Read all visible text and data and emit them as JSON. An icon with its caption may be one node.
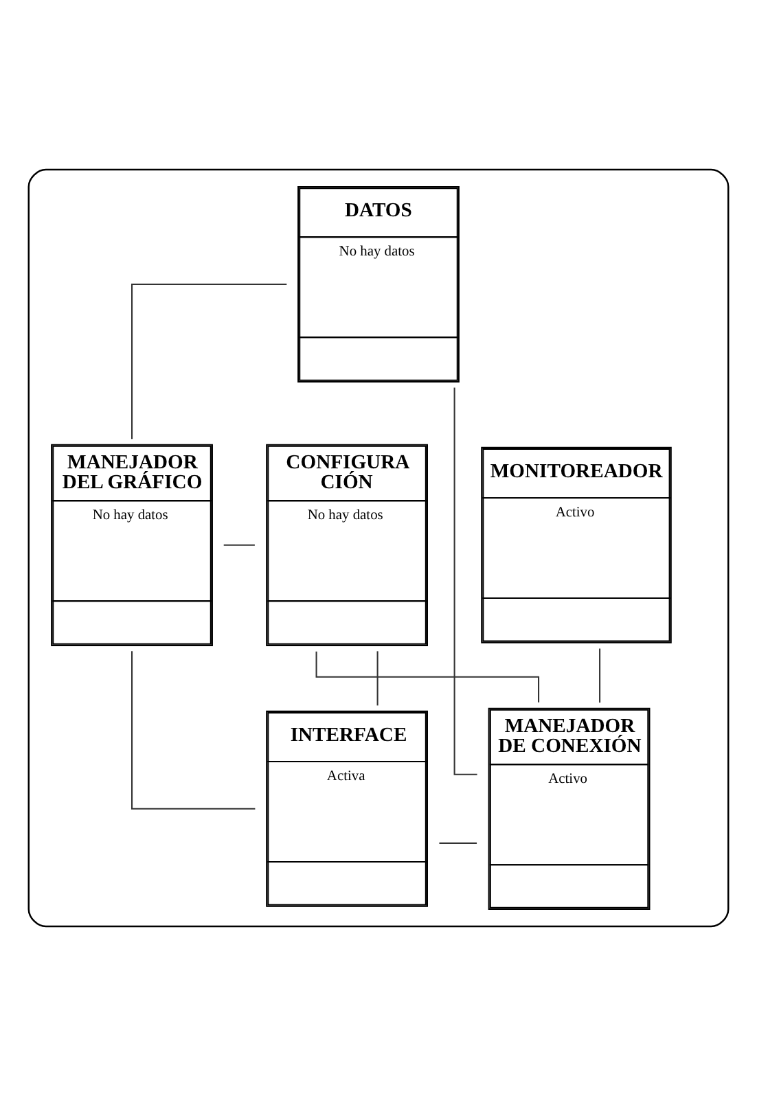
{
  "diagram": {
    "nodes": [
      {
        "text": [],
        "shape": "ellipse"
      },
      {
        "text": [
          "DATOS",
          "No hay datos"
        ],
        "in": 0
      },
      {
        "text": [
          "MANEJADOR DEL GRÁFICO",
          "No hay datos"
        ],
        "in": 0
      },
      {
        "text": [
          "CONFIGURA CIÓN",
          "No hay datos"
        ],
        "in": 0
      },
      {
        "text": [
          "MONITOREADOR",
          "Activo"
        ],
        "in": 0
      },
      {
        "text": [
          "INTERFACE",
          "Activa"
        ],
        "in": 0
      },
      {
        "text": [
          "MANEJADOR DE CONEXIÓN",
          "Activo"
        ],
        "in": 0
      }
    ],
    "edges": [
      {
        "from": 1,
        "to": 2,
        "arrow": "none"
      },
      {
        "from": 1,
        "to": 6,
        "arrow": "none"
      },
      {
        "from": 2,
        "to": 3,
        "arrow": "none"
      },
      {
        "from": 2,
        "to": 5,
        "arrow": "none"
      },
      {
        "from": 3,
        "to": 5,
        "arrow": "none"
      },
      {
        "from": 3,
        "to": 6,
        "arrow": "none"
      },
      {
        "from": 4,
        "to": 6,
        "arrow": "none"
      },
      {
        "from": 5,
        "to": 6,
        "arrow": "none"
      }
    ]
  }
}
